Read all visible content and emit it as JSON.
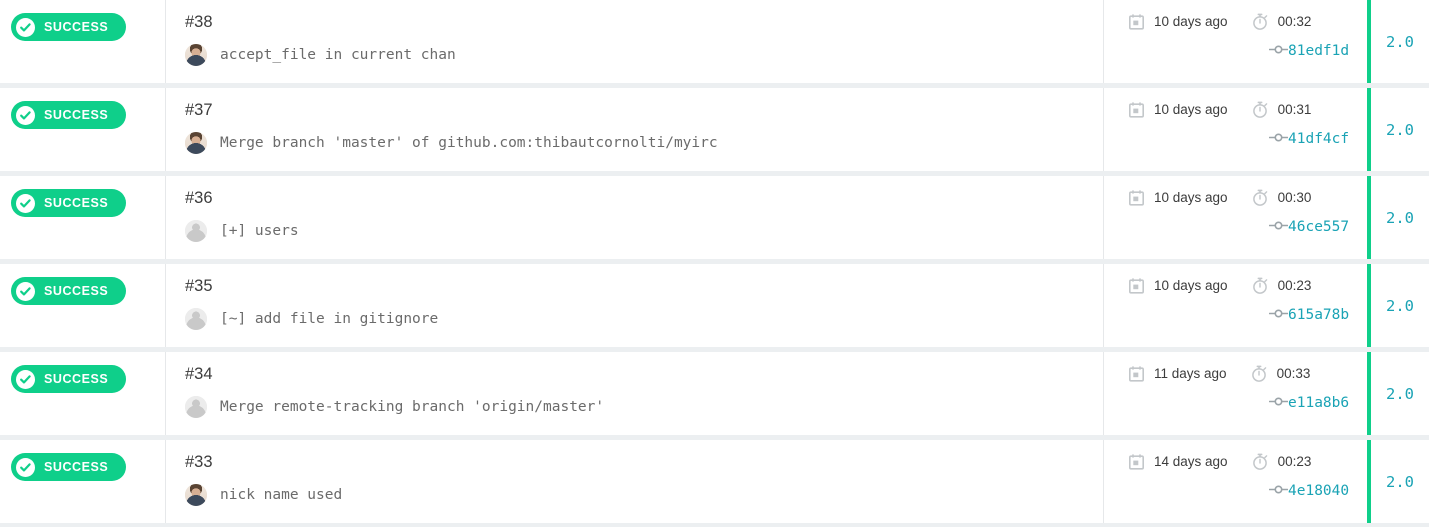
{
  "theme": {
    "success_green": "#0fcf8a",
    "accent_teal": "#1aa3b5",
    "row_background": "#ffffff",
    "page_background": "#eceff1",
    "divider": "#e6e8ea",
    "primary_text": "#3c3c3c",
    "secondary_text": "#6b6b6b"
  },
  "icons": {
    "check": "check-circle-icon",
    "calendar": "calendar-icon",
    "stopwatch": "stopwatch-icon",
    "commit": "git-commit-icon"
  },
  "builds": [
    {
      "status": "SUCCESS",
      "number": "#38",
      "message": "accept_file in current chan",
      "avatar": "photo",
      "date": "10 days ago",
      "duration": "00:32",
      "commit": "81edf1d",
      "version": "2.0"
    },
    {
      "status": "SUCCESS",
      "number": "#37",
      "message": "Merge branch 'master' of github.com:thibautcornolti/myirc",
      "avatar": "photo",
      "date": "10 days ago",
      "duration": "00:31",
      "commit": "41df4cf",
      "version": "2.0"
    },
    {
      "status": "SUCCESS",
      "number": "#36",
      "message": "[+] users",
      "avatar": "generic",
      "date": "10 days ago",
      "duration": "00:30",
      "commit": "46ce557",
      "version": "2.0"
    },
    {
      "status": "SUCCESS",
      "number": "#35",
      "message": "[~] add file in gitignore",
      "avatar": "generic",
      "date": "10 days ago",
      "duration": "00:23",
      "commit": "615a78b",
      "version": "2.0"
    },
    {
      "status": "SUCCESS",
      "number": "#34",
      "message": "Merge remote-tracking branch 'origin/master'",
      "avatar": "generic",
      "date": "11 days ago",
      "duration": "00:33",
      "commit": "e11a8b6",
      "version": "2.0"
    },
    {
      "status": "SUCCESS",
      "number": "#33",
      "message": "nick name used",
      "avatar": "photo",
      "date": "14 days ago",
      "duration": "00:23",
      "commit": "4e18040",
      "version": "2.0"
    }
  ]
}
